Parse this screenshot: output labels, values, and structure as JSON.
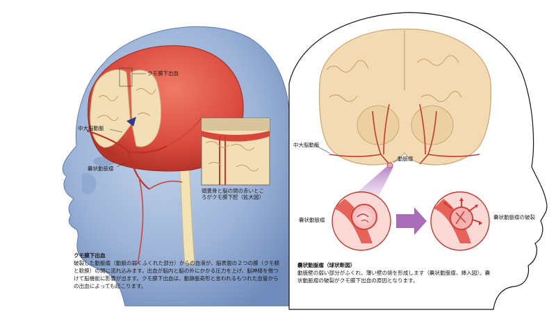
{
  "left": {
    "labels": {
      "subarachnoid": "クモ膜下出血",
      "mca": "中大脳動脈",
      "aneurysm": "嚢状動脈瘤",
      "inset": "頭蓋骨と脳の間の赤いところがクモ膜下腔（拡大図）"
    },
    "caption": {
      "title": "クモ膜下出血",
      "body": "破裂した動脈瘤（動脈の弱くふくれた部分）からの血液が、脳表面の２つの膜（クモ膜と軟膜）の間に流れ込みます。出血が脳内と脳の外にかかる圧力を上げ、脳神経を傷つけて脳機能に影響が出ます。クモ膜下出血は、動静脈奇形と言われるもつれた血管からの出血によっても起こります。"
    }
  },
  "right": {
    "labels": {
      "mca": "中大脳動脈",
      "aneurysm_top": "動脈瘤",
      "aneurysm_left": "嚢状動脈瘤",
      "rupture": "嚢状動脈瘤の破裂"
    },
    "caption": {
      "title": "嚢状動脈瘤（球状断図）",
      "body": "動脈壁の弱い部分がふくれ、薄い壁の袋を形成します（嚢状動脈瘤、挿入図）。嚢状動脈瘤の破裂がクモ膜下出血の原因となります。"
    }
  },
  "colors": {
    "head_blue": "#9fb7da",
    "brain_red": "#d8564a",
    "brain_cream": "#f2dcb3",
    "arrow_purple": "#a76bb3"
  }
}
